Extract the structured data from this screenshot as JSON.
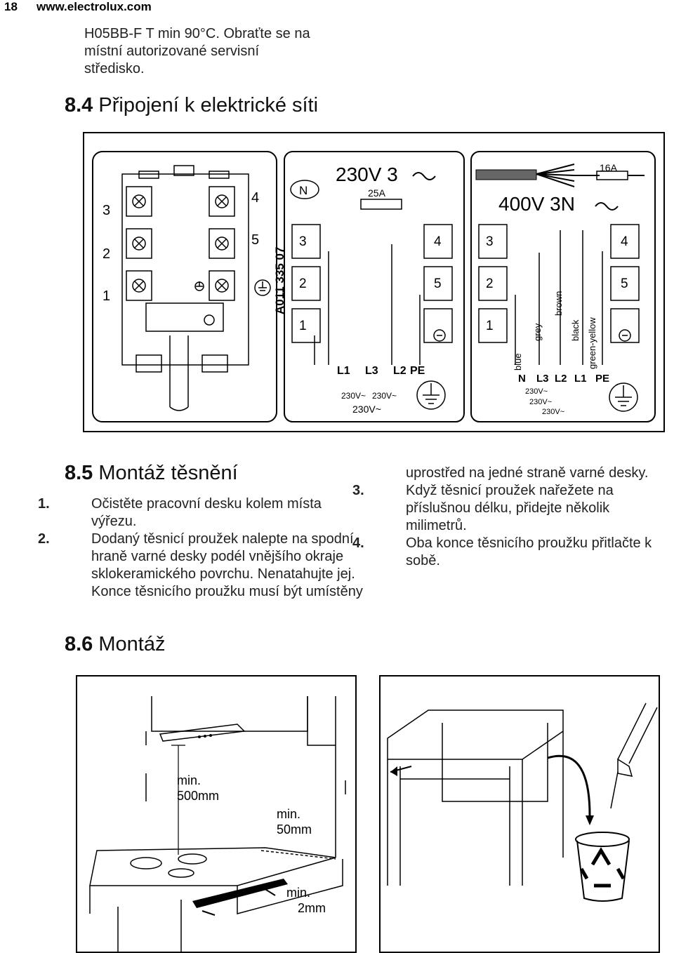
{
  "header": {
    "page_number": "18",
    "url": "www.electrolux.com"
  },
  "intro_text": [
    "H05BB-F T min 90°C. Obraťte se na",
    "místní autorizované servisní",
    "středisko."
  ],
  "section_84": {
    "number": "8.4",
    "title": "Připojení k elektrické síti"
  },
  "wiring": {
    "left_numbers": [
      "3",
      "2",
      "1"
    ],
    "right_numbers": [
      "4",
      "5"
    ],
    "code": "A011 335 07",
    "mid": {
      "n_label": "N",
      "voltage": "230V 3",
      "fuse": "25A",
      "term_left": [
        "3",
        "2",
        "1"
      ],
      "term_right": [
        "4",
        "5"
      ],
      "phases": [
        "L1",
        "L3",
        "L2",
        "PE"
      ],
      "v_a": "230V~",
      "v_b": "230V~",
      "v_c": "230V~"
    },
    "right": {
      "fuse": "16A",
      "voltage": "400V 3N",
      "term_left": [
        "3",
        "2",
        "1"
      ],
      "term_right": [
        "4",
        "5"
      ],
      "wires": [
        "blue",
        "grey",
        "brown",
        "black",
        "green-yellow"
      ],
      "phases": [
        "N",
        "L3",
        "L2",
        "L1",
        "PE"
      ],
      "v_a": "230V~",
      "v_b": "230V~",
      "v_c": "230V~"
    }
  },
  "section_85": {
    "number": "8.5",
    "title": "Montáž těsnění"
  },
  "steps_left": [
    {
      "num": "1.",
      "text": "Očistěte pracovní desku kolem místa výřezu."
    },
    {
      "num": "2.",
      "text": "Dodaný těsnicí proužek nalepte na spodní hraně varné desky podél vnějšího okraje sklokeramického povrchu. Nenatahujte jej. Konce těsnicího proužku musí být umístěny"
    }
  ],
  "steps_right_cont": "uprostřed na jedné straně varné desky.",
  "steps_right": [
    {
      "num": "3.",
      "text": "Když těsnicí proužek nařežete na příslušnou délku, přidejte několik milimetrů."
    },
    {
      "num": "4.",
      "text": "Oba konce těsnicího proužku přitlačte k sobě."
    }
  ],
  "section_86": {
    "number": "8.6",
    "title": "Montáž"
  },
  "mount": {
    "dim1": [
      "min.",
      "500mm"
    ],
    "dim2": [
      "min.",
      "50mm"
    ],
    "dim3": [
      "min.",
      "2mm"
    ]
  }
}
